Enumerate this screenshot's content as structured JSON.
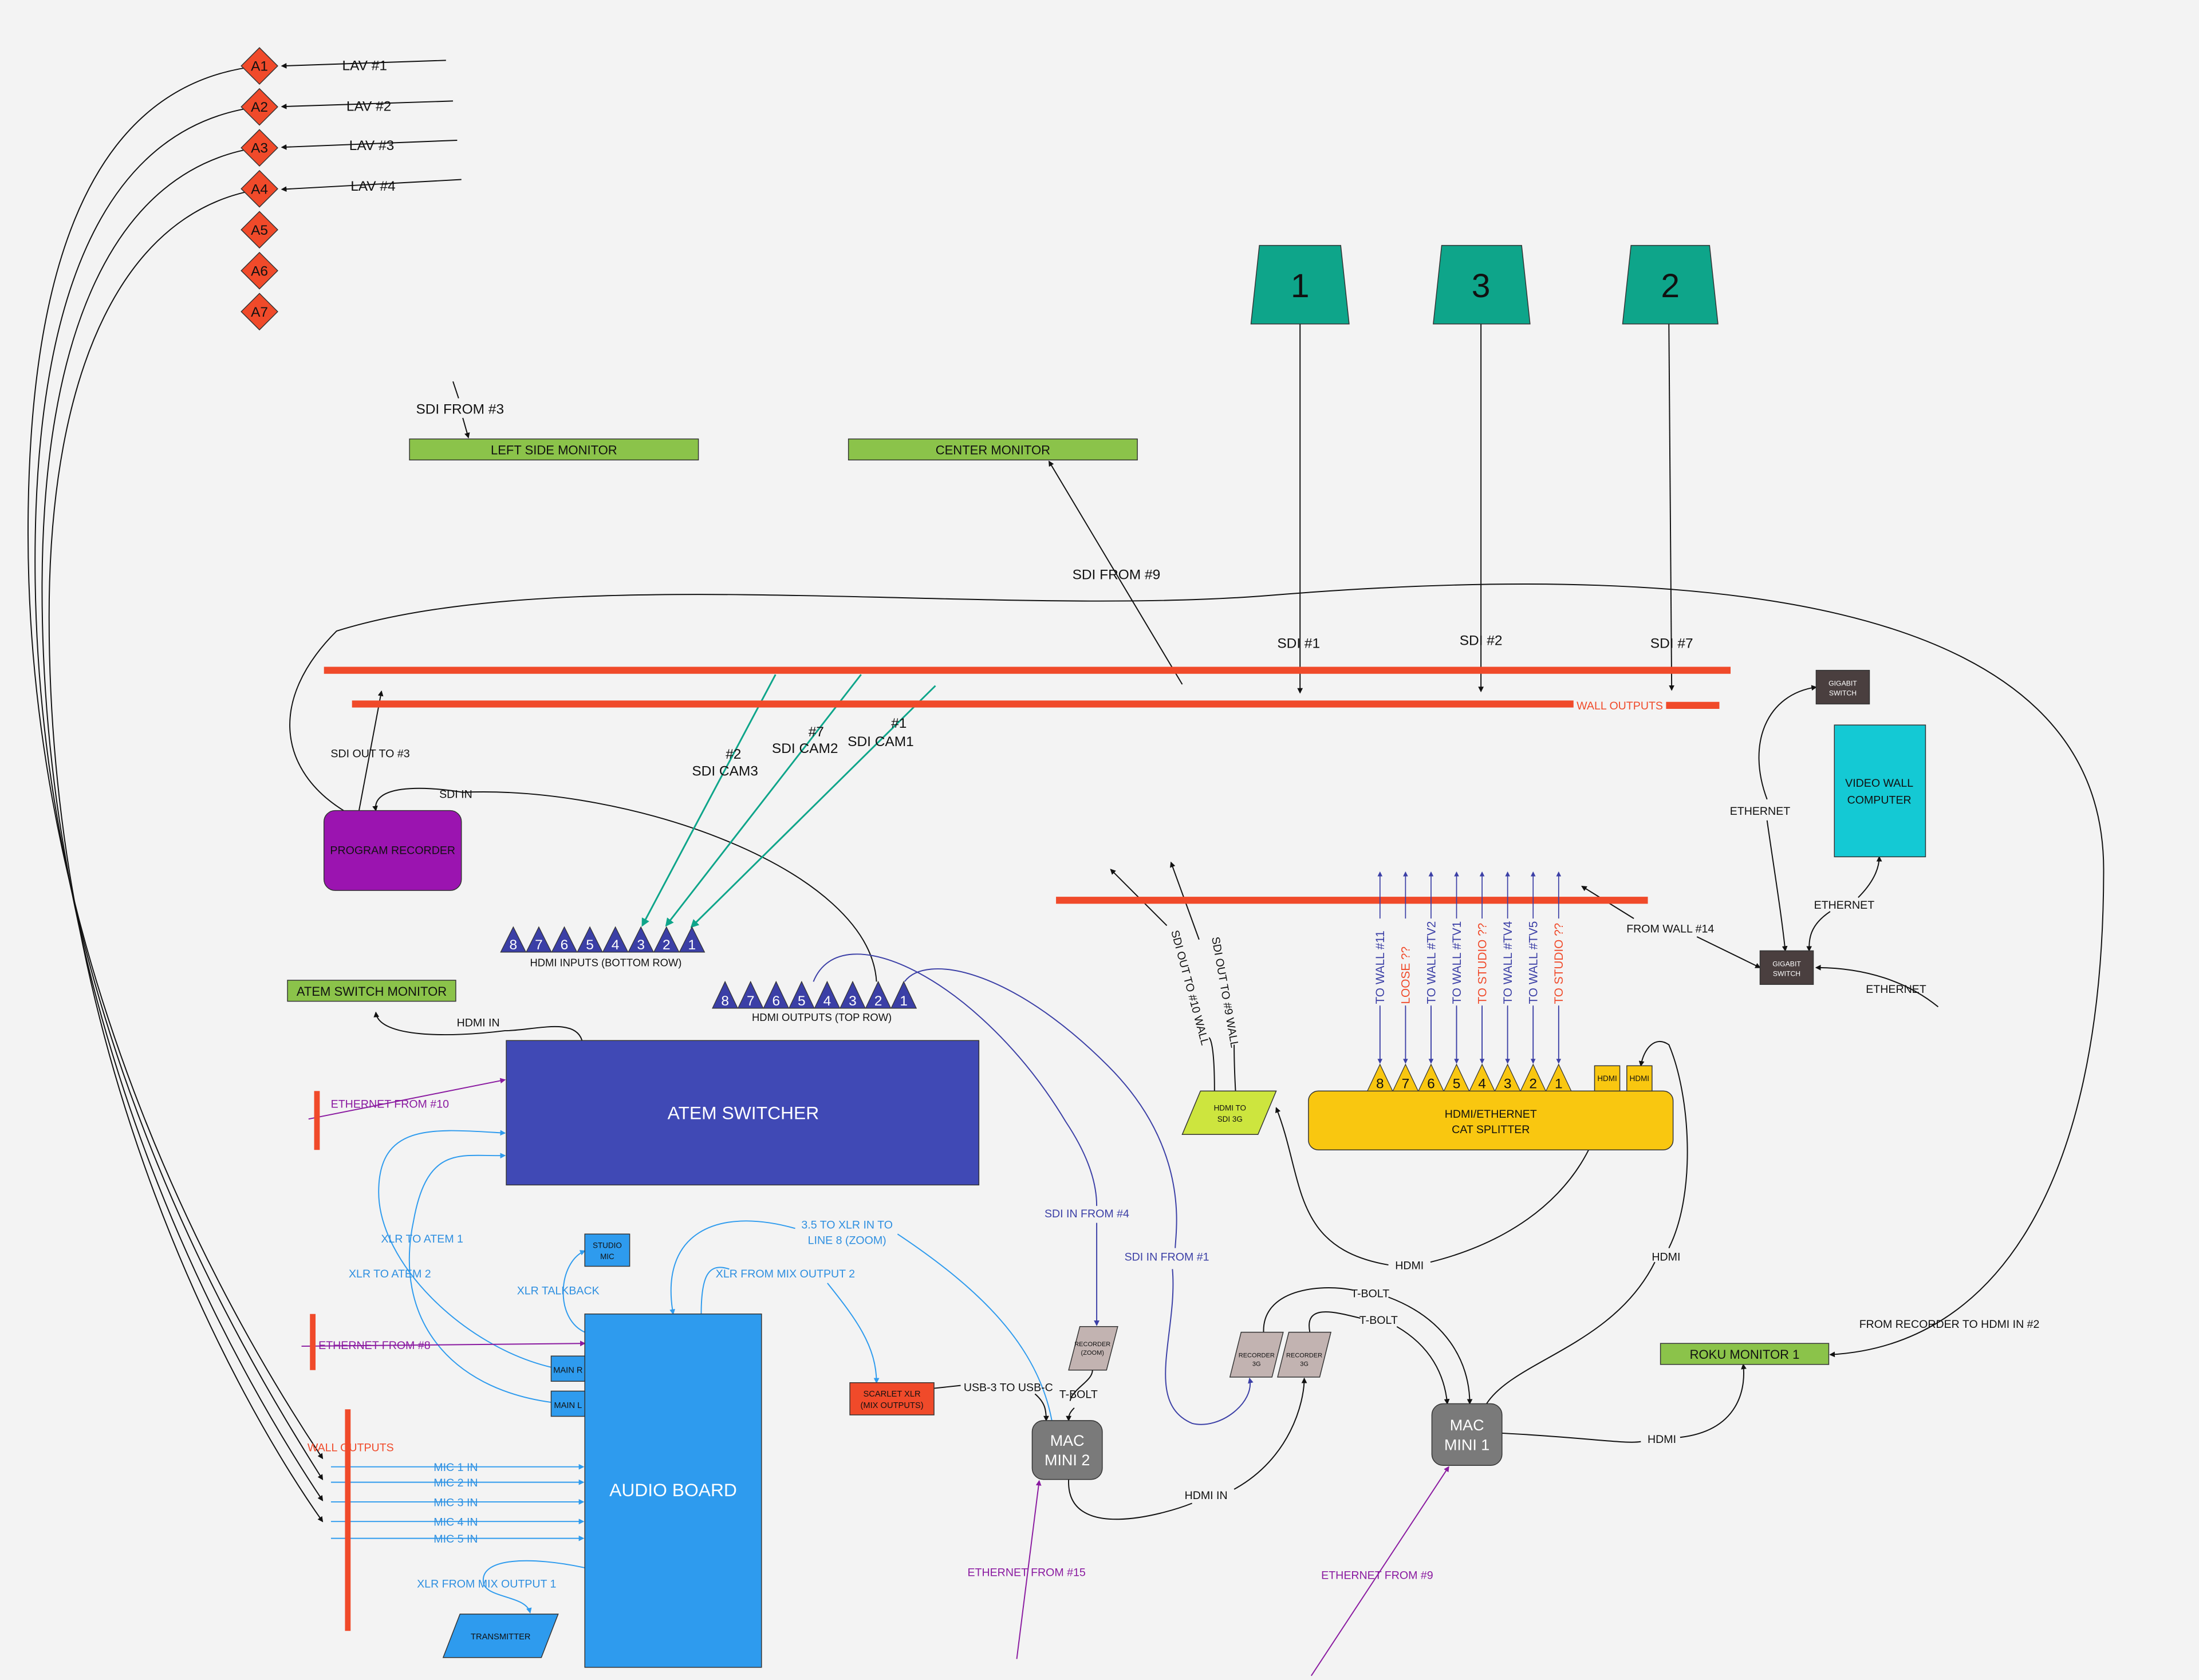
{
  "colors": {
    "accent_red": "#f04a2a",
    "camera": "#0ea58a",
    "monitor": "#8bc34a",
    "atem": "#4049b5",
    "audio": "#2e9bee",
    "recorder_purple": "#9b14b0",
    "splitter": "#f9c710",
    "mac": "#7a7a7a",
    "switch": "#4a3f3f",
    "video_wall": "#14c9d4",
    "recorder_gray": "#c2b3b1",
    "hdmi_sdi": "#cde53e"
  },
  "audio_inputs": {
    "channels": [
      "A1",
      "A2",
      "A3",
      "A4",
      "A5",
      "A6",
      "A7"
    ],
    "lavs": [
      "LAV #1",
      "LAV #2",
      "LAV #3",
      "LAV #4"
    ]
  },
  "cameras": [
    "1",
    "3",
    "2"
  ],
  "labels": {
    "sdi_from_3": "SDI FROM #3",
    "left_monitor": "LEFT SIDE MONITOR",
    "center_monitor": "CENTER MONITOR",
    "sdi_from_9": "SDI FROM #9",
    "sdi_1": "SDI #1",
    "sdi_2": "SDI #2",
    "sdi_7": "SDI #7",
    "wall_outputs_top": "WALL OUTPUTS",
    "sdi_out_3": "SDI OUT TO #3",
    "sdi_in": "SDI IN",
    "program_recorder": "PROGRAM RECORDER",
    "cam3_a": "#2",
    "cam3_b": "SDI CAM3",
    "cam2_a": "#7",
    "cam2_b": "SDI CAM2",
    "cam1_a": "#1",
    "cam1_b": "SDI CAM1",
    "hdmi_inputs": "HDMI INPUTS (BOTTOM ROW)",
    "hdmi_outputs": "HDMI OUTPUTS (TOP ROW)",
    "atem_monitor": "ATEM SWITCH MONITOR",
    "hdmi_in_atem": "HDMI IN",
    "atem": "ATEM SWITCHER",
    "eth_10": "ETHERNET FROM #10",
    "xlr_atem1": "XLR TO ATEM 1",
    "xlr_atem2": "XLR TO ATEM 2",
    "studio_mic_1": "STUDIO",
    "studio_mic_2": "MIC",
    "xlr_talkback": "XLR TALKBACK",
    "eth_8": "ETHERNET FROM #8",
    "main_r": "MAIN R",
    "main_l": "MAIN L",
    "wall_outputs_left": "WALL OUTPUTS",
    "audio_board": "AUDIO BOARD",
    "xlr_mix1": "XLR FROM MIX OUTPUT 1",
    "transmitter": "TRANSMITTER",
    "zoom_line_1": "3.5 TO XLR IN TO",
    "zoom_line_2": "LINE 8 (ZOOM)",
    "xlr_mix2": "XLR FROM MIX OUTPUT 2",
    "scarlet_1": "SCARLET XLR",
    "scarlet_2": "(MIX OUTPUTS)",
    "usb": "USB-3 TO USB-C",
    "tbolt_zoom": "T-BOLT",
    "rec_zoom_1": "RECORDER",
    "rec_zoom_2": "(ZOOM)",
    "mac2_1": "MAC",
    "mac2_2": "MINI 2",
    "hdmi_in_mac2": "HDMI IN",
    "eth_15": "ETHERNET FROM #15",
    "sdi_in_4": "SDI IN FROM #4",
    "sdi_in_1": "SDI IN FROM #1",
    "rec3g_1": "RECORDER",
    "rec3g_2": "3G",
    "tbolt_1": "T-BOLT",
    "tbolt_2": "T-BOLT",
    "mac1_1": "MAC",
    "mac1_2": "MINI 1",
    "eth_9": "ETHERNET FROM #9",
    "hdmi_roku": "HDMI",
    "roku": "ROKU MONITOR 1",
    "from_recorder": "FROM RECORDER TO HDMI IN #2",
    "hdmi_a": "HDMI",
    "hdmi_b": "HDMI",
    "splitter_1": "HDMI/ETHERNET",
    "splitter_2": "CAT SPLITTER",
    "hdmi_port_a": "HDMI",
    "hdmi_port_b": "HDMI",
    "hdmi_sdi_1": "HDMI TO",
    "hdmi_sdi_2": "SDI 3G",
    "sdi_out_10": "SDI OUT TO #10 WALL",
    "sdi_out_9w": "SDI OUT TO #9 WALL",
    "from_wall_14": "FROM WALL #14",
    "gig_1": "GIGABIT",
    "gig_2": "SWITCH",
    "vwc_1": "VIDEO WALL",
    "vwc_2": "COMPUTER",
    "eth_a": "ETHERNET",
    "eth_b": "ETHERNET",
    "eth_c": "ETHERNET"
  },
  "mic_inputs": [
    "MIC 1 IN",
    "MIC 2 IN",
    "MIC 3 IN",
    "MIC 4 IN",
    "MIC 5 IN"
  ],
  "atem_hdmi_ports": [
    "8",
    "7",
    "6",
    "5",
    "4",
    "3",
    "2",
    "1"
  ],
  "splitter_ports": [
    "8",
    "7",
    "6",
    "5",
    "4",
    "3",
    "2",
    "1"
  ],
  "splitter_outputs": [
    {
      "label": "TO WALL #11",
      "color": "#3b3fa6"
    },
    {
      "label": "LOOSE ??",
      "color": "#f04a2a"
    },
    {
      "label": "TO WALL #TV2",
      "color": "#3b3fa6"
    },
    {
      "label": "TO WALL #TV1",
      "color": "#3b3fa6"
    },
    {
      "label": "TO STUDIO ??",
      "color": "#f04a2a"
    },
    {
      "label": "TO WALL #TV4",
      "color": "#3b3fa6"
    },
    {
      "label": "TO WALL #TV5",
      "color": "#3b3fa6"
    },
    {
      "label": "TO STUDIO ??",
      "color": "#f04a2a"
    }
  ]
}
